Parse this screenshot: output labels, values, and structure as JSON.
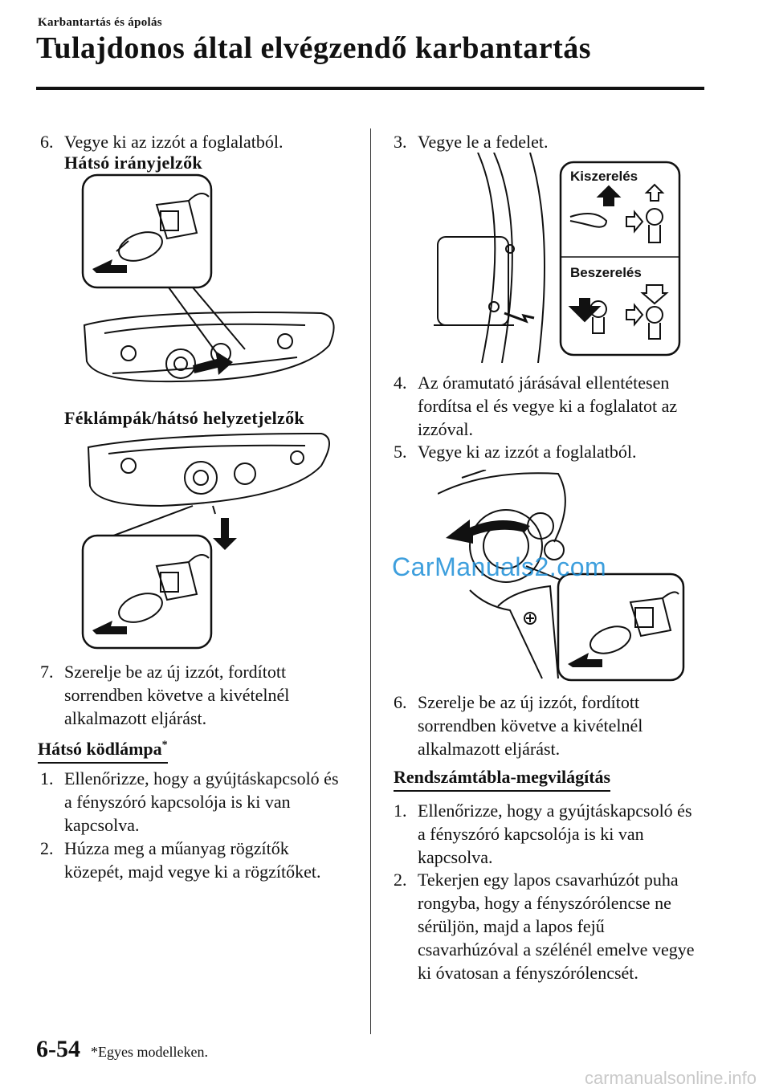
{
  "header": {
    "section": "Karbantartás és ápolás",
    "title": "Tulajdonos által elvégzendő karbantartás"
  },
  "left": {
    "step6": {
      "num": "6.",
      "text": "Vegye ki az izzót a foglalatból."
    },
    "sub1": "Hátsó irányjelzők",
    "sub2": "Féklámpák/hátsó helyzetjelzők",
    "step7": {
      "num": "7.",
      "lines": [
        "Szerelje be az új izzót, fordított",
        "sorrendben követve a kivételnél",
        "alkalmazott eljárást."
      ]
    },
    "heading_fog": "Hátsó ködlámpa",
    "heading_fog_mark": "*",
    "fog_step1": {
      "num": "1.",
      "lines": [
        "Ellenőrizze, hogy a gyújtáskapcsoló és",
        "a fényszóró kapcsolója is ki van",
        "kapcsolva."
      ]
    },
    "fog_step2": {
      "num": "2.",
      "lines": [
        "Húzza meg a műanyag rögzítők",
        "közepét, majd vegye ki a rögzítőket."
      ]
    }
  },
  "right": {
    "step3": {
      "num": "3.",
      "text": "Vegye le a fedelet."
    },
    "panel_remove": "Kiszerelés",
    "panel_install": "Beszerelés",
    "step4": {
      "num": "4.",
      "lines": [
        "Az óramutató járásával ellentétesen",
        "fordítsa el és vegye ki a foglalatot az",
        "izzóval."
      ]
    },
    "step5": {
      "num": "5.",
      "text": "Vegye ki az izzót a foglalatból."
    },
    "step6": {
      "num": "6.",
      "lines": [
        "Szerelje be az új izzót, fordított",
        "sorrendben követve a kivételnél",
        "alkalmazott eljárást."
      ]
    },
    "heading_plate": "Rendszámtábla-megvilágítás",
    "plate_step1": {
      "num": "1.",
      "lines": [
        "Ellenőrizze, hogy a gyújtáskapcsoló és",
        "a fényszóró kapcsolója is ki van",
        "kapcsolva."
      ]
    },
    "plate_step2": {
      "num": "2.",
      "lines": [
        "Tekerjen egy lapos csavarhúzót puha",
        "rongyba, hogy a fényszórólencse ne",
        "sérüljön, majd a lapos fejű",
        "csavarhúzóval a szélénél emelve vegye",
        "ki óvatosan a fényszórólencsét."
      ]
    }
  },
  "watermark": "CarManuals2.com",
  "footer": {
    "page": "6-54",
    "footnote": "*Egyes modelleken.",
    "site": "carmanualsonline.info"
  }
}
